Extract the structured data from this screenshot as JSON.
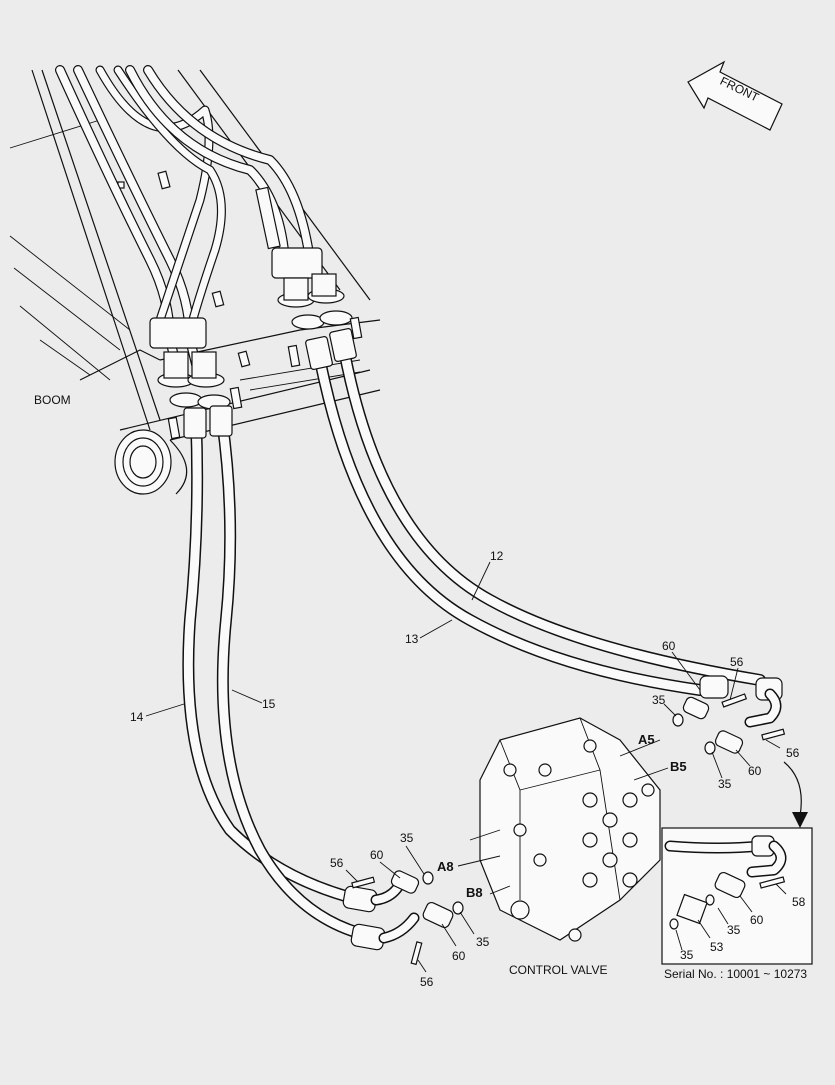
{
  "labels": {
    "front": "FRONT",
    "boom": "BOOM",
    "control_valve": "CONTROL VALVE",
    "serial": "Serial No. : 10001 ~ 10273",
    "port_a5": "A5",
    "port_b5": "B5",
    "port_a8": "A8",
    "port_b8": "B8"
  },
  "callouts": {
    "c12": "12",
    "c13": "13",
    "c14": "14",
    "c15": "15",
    "c60_top": "60",
    "c56_top": "56",
    "c35_top": "35",
    "c56_right": "56",
    "c35_right": "35",
    "c60_right": "60",
    "c35_left": "35",
    "c56_left": "56",
    "c60_left": "60",
    "c35_lower": "35",
    "c60_lower": "60",
    "c56_lower": "56",
    "c58_inset": "58",
    "c60_inset": "60",
    "c35_inset_a": "35",
    "c53_inset": "53",
    "c35_inset_b": "35"
  }
}
